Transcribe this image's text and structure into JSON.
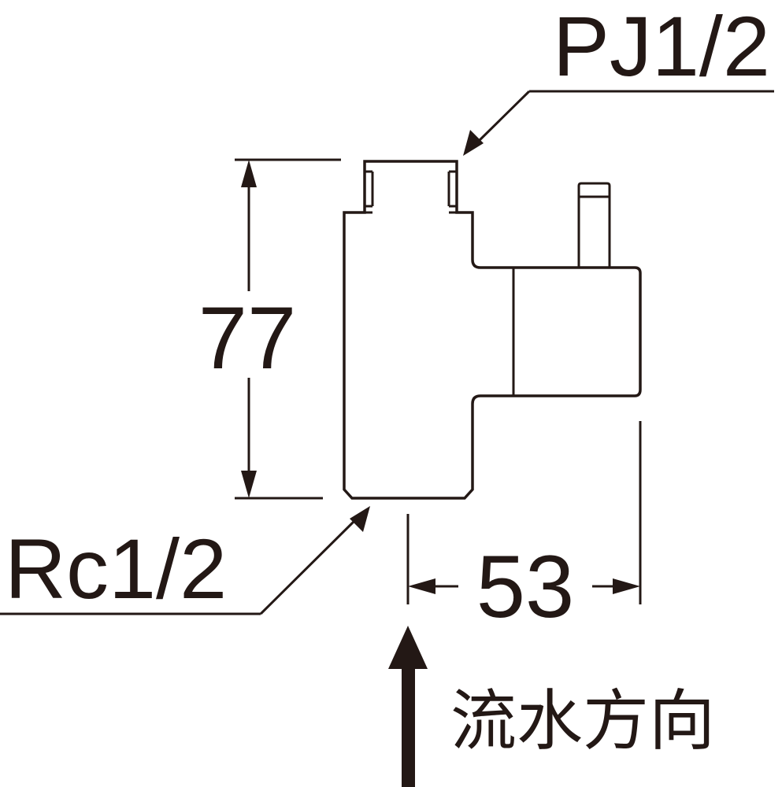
{
  "labels": {
    "top_thread": "PJ1/2",
    "bottom_thread": "Rc1/2",
    "height_dim": "77",
    "width_dim": "53",
    "flow_direction": "流水方向"
  },
  "colors": {
    "ink": "#231815",
    "background": "#ffffff"
  }
}
